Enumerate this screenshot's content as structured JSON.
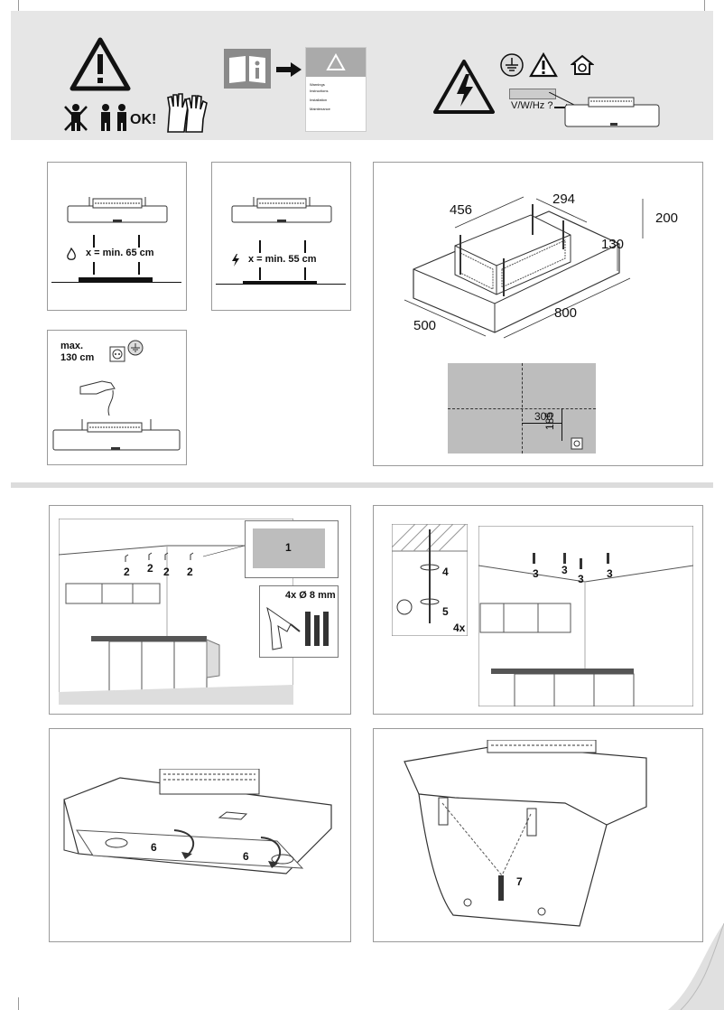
{
  "header": {
    "people_ok": "OK!",
    "voltage_text": "V/W/Hz ?",
    "manual_lines": [
      "Warnings",
      "Instructions",
      "Installation",
      "Maintenance"
    ]
  },
  "clearance_gas": {
    "label": "x = min. 65 cm"
  },
  "clearance_electric": {
    "label": "x = min. 55 cm"
  },
  "socket": {
    "label_line1": "max.",
    "label_line2": "130 cm"
  },
  "dimensions": {
    "d456": "456",
    "d294": "294",
    "d200": "200",
    "d130": "130",
    "d500": "500",
    "d800": "800",
    "ceiling_x": "300",
    "ceiling_y": "185"
  },
  "steps": {
    "template": "1",
    "hook2": "2",
    "drill": "4x Ø 8 mm",
    "screw3": "3",
    "step4": "4",
    "step5": "5",
    "qty4x": "4x",
    "step6": "6",
    "step7": "7"
  },
  "colors": {
    "header_bg": "#e6e6e6",
    "panel_grey": "#bdbdbd",
    "divider": "#dcdcdc"
  }
}
